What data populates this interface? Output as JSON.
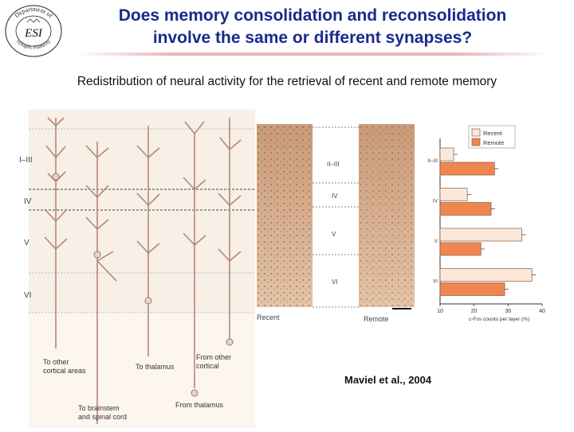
{
  "logo": {
    "arc_top": "Department of",
    "center": "ESI",
    "arc_bottom": "Synaptic Plasticity",
    "lettering_note": "logo seal lettering"
  },
  "title": {
    "line1": "Does memory consolidation and reconsolidation",
    "line2": "involve the same or different synapses?"
  },
  "subtitle": "Redistribution of neural activity for the retrieval of recent and remote memory",
  "neuron_panel": {
    "layer_labels": [
      "I–III",
      "IV",
      "V",
      "VI"
    ],
    "connection_labels": {
      "to_other_cortical": [
        "To other",
        "cortical areas"
      ],
      "to_brainstem": [
        "To brainstem",
        "and spinal cord"
      ],
      "to_thalamus": "To thalamus",
      "from_other_cortical": "From other cortical",
      "from_thalamus": "From thalamus"
    }
  },
  "photo_panel": {
    "layer_labels": [
      "II–III",
      "IV",
      "V",
      "VI"
    ],
    "left_label": "Recent",
    "right_label": "Remote"
  },
  "chart_data": {
    "type": "bar",
    "orientation": "horizontal",
    "categories": [
      "II–III",
      "IV",
      "V",
      "VI"
    ],
    "series": [
      {
        "name": "Recent",
        "values": [
          14,
          18,
          34,
          37
        ],
        "color": "#fbe8d8"
      },
      {
        "name": "Remote",
        "values": [
          26,
          25,
          22,
          29
        ],
        "color": "#ef8650"
      }
    ],
    "xlabel": "c-Fos counts per layer (%)",
    "xlim": [
      10,
      40
    ],
    "xticks": [
      10,
      20,
      30,
      40
    ],
    "legend_position": "top-right",
    "grid": false
  },
  "citation": "Maviel et al., 2004"
}
